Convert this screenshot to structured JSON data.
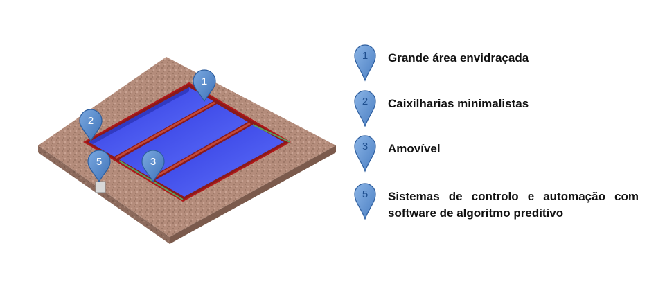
{
  "diagram": {
    "markers": [
      {
        "id": "1",
        "label": "1"
      },
      {
        "id": "2",
        "label": "2"
      },
      {
        "id": "3",
        "label": "3"
      },
      {
        "id": "5",
        "label": "5"
      }
    ]
  },
  "legend": {
    "items": [
      {
        "number": "1",
        "text": "Grande área envidraçada"
      },
      {
        "number": "2",
        "text": "Caixilharias minimalistas"
      },
      {
        "number": "3",
        "text": "Amovível"
      },
      {
        "number": "5",
        "text": "Sistemas de controlo e automação com software de algoritmo preditivo"
      }
    ]
  },
  "colors": {
    "ground_top": "#b48c7b",
    "ground_side_left": "#8c6a5c",
    "ground_side_right": "#7b5a4c",
    "glass": "#3a44e6",
    "glass_light": "#5060ee",
    "frame": "#b01818",
    "pin_fill": "#5b8fd0",
    "pin_stroke": "#2e5e9e"
  }
}
